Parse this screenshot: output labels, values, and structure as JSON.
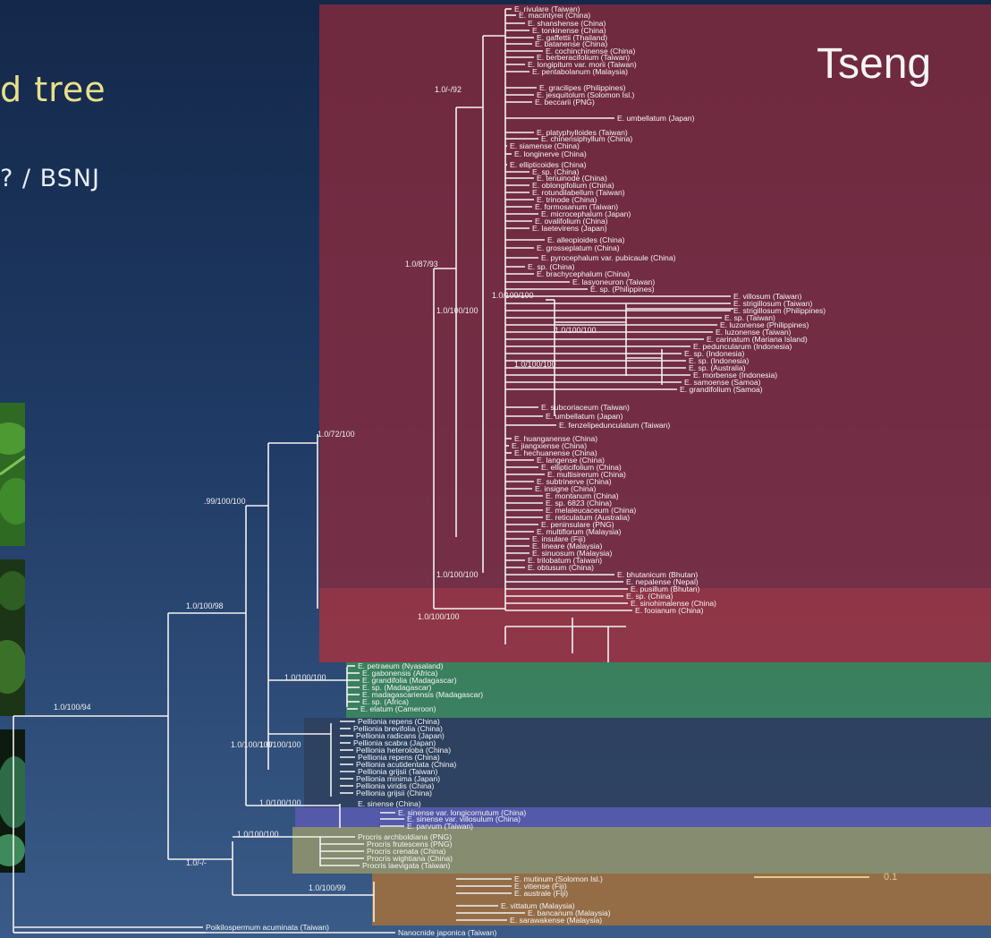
{
  "slide": {
    "title_partial": "d tree",
    "subtitle_partial": "? / BSNJ",
    "author_partial": "Tseng"
  },
  "colors": {
    "background_top": "#14284a",
    "background_bottom": "#3a5b88",
    "title": "#e9e08a",
    "branch": "#f2f2f2",
    "clade_main": "#8b2a3c",
    "clade_lower_red": "#b2303a",
    "clade_green": "#3d8a5c",
    "clade_dark": "#2e3e5a",
    "clade_purple": "#5a5ab0",
    "clade_khaki": "#9a9a6a",
    "clade_orange": "#a5713c"
  },
  "photos": [
    "plant-photo-1",
    "plant-photo-2",
    "plant-photo-3"
  ],
  "scale_bar": {
    "label": "0.1",
    "value": 0.1
  },
  "node_labels": [
    "1.0/-/92",
    "1.0/87/93",
    "1.0/100/100",
    "1.0/100/100",
    "1.0/100/100",
    "1.0/100/100",
    "1.0/72/100",
    ".99/100/100",
    "1.0/100/100",
    "1.0/100/100",
    "1.0/100/98",
    "1.0/100/94",
    "1.0/100/100",
    "1.0/100/100",
    "1.0/100/100",
    "1.0/100/100",
    "1.0/100/100",
    "1.0/-/-",
    "1.0/100/99"
  ],
  "taxa": [
    "E. rivulare (Taiwan)",
    "E. macintyrei (China)",
    "E. shanshense (China)",
    "E. tonkinense (China)",
    "E. gaffettii (Thailand)",
    "E. batanense (China)",
    "E. cochinchinense (China)",
    "E. berberacifolium (Taiwan)",
    "E. longipitum var. morii (Taiwan)",
    "E. pentabolanum (Malaysia)",
    "E. gracilipes (Philippines)",
    "E. jesquitolum (Solomon Isl.)",
    "E. beccarii (PNG)",
    "E. umbellatum (Japan)",
    "E. platyphylloides (Taiwan)",
    "E. chinensiphyllum (China)",
    "E. siamense (China)",
    "E. longinerve (China)",
    "E. ellipticoides (China)",
    "E. sp. (China)",
    "E. tenuinode (China)",
    "E. oblongifolium (China)",
    "E. rotundilabellum (Taiwan)",
    "E. trinode (China)",
    "E. formosanum (Taiwan)",
    "E. microcephalum (Japan)",
    "E. ovalifolium (China)",
    "E. laetevirens (Japan)",
    "E. alleopioides (China)",
    "E. grosseplatum (China)",
    "E. pyrocephalum var. pubicaule (China)",
    "E. sp. (China)",
    "E. brachycephalum (China)",
    "E. lasyoneuron (Taiwan)",
    "E. sp. (Philippines)",
    "E. villosum (Taiwan)",
    "E. strigillosum (Taiwan)",
    "E. strigillosum (Philippines)",
    "E. sp. (Taiwan)",
    "E. luzonense (Philippines)",
    "E. luzonense (Taiwan)",
    "E. carinatum (Mariana Island)",
    "E. peduncularum (Indonesia)",
    "E. sp. (Indonesia)",
    "E. sp. (Indonesia)",
    "E. sp. (Australia)",
    "E. morbense (Indonesia)",
    "E. samoense (Samoa)",
    "E. grandifolium (Samoa)",
    "E. subcoriaceum (Taiwan)",
    "E. umbellatum (Japan)",
    "E. fenzelipedunculatum (Taiwan)",
    "E. huanganense (China)",
    "E. jiangxiense (China)",
    "E. hechuanense (China)",
    "E. langense (China)",
    "E. ellipticifolium (China)",
    "E. multisirerum (China)",
    "E. subtrinerve (China)",
    "E. insigne (China)",
    "E. montanum (China)",
    "E. sp. 6823 (China)",
    "E. melaleucaceum (China)",
    "E. reticulatum (Australia)",
    "E. peninsulare (PNG)",
    "E. multiflorum (Malaysia)",
    "E. insulare (Fiji)",
    "E. lineare (Malaysia)",
    "E. sinuosum (Malaysia)",
    "E. trilobatum (Taiwan)",
    "E. obtusum (China)",
    "E. bhutanicum (Bhutan)",
    "E. nepalense (Nepal)",
    "E. pusillum (Bhutan)",
    "E. sp. (China)",
    "E. sinohimalense (China)",
    "E. fooianum (China)",
    "E. petraeum (Nyasaland)",
    "E. gabonensis (Africa)",
    "E. grandifolia (Madagascar)",
    "E. sp. (Madagascar)",
    "E. madagascariensis (Madagascar)",
    "E. sp. (Africa)",
    "E. elatum (Cameroon)",
    "Pellionia repens (China)",
    "Pellionia brevifolia (China)",
    "Pellionia radicans (Japan)",
    "Pellionia scabra (Japan)",
    "Pellionia heteroloba (China)",
    "Pellionia repens (China)",
    "Pellionia acutidentata (China)",
    "Pellionia grijsii (Taiwan)",
    "Pellionia minima (Japan)",
    "Pellionia viridis (China)",
    "Pellionia grijsii (China)",
    "E. sinense (China)",
    "E. sinense var. longicornutum (China)",
    "E. sinense var. villosulum (China)",
    "E. parvum (Taiwan)",
    "Procris archboldiana (PNG)",
    "Procris frutescens (PNG)",
    "Procris crenata (China)",
    "Procris wightiana (China)",
    "Procris laevigata (Taiwan)",
    "E. mutinum (Solomon Isl.)",
    "E. vitiense (Fiji)",
    "E. australe (Fiji)",
    "E. vittatum (Malaysia)",
    "E. bancanum (Malaysia)",
    "E. sarawakense (Malaysia)",
    "Poikilospermum acuminata (Taiwan)",
    "Nanocnide japonica (Taiwan)"
  ]
}
